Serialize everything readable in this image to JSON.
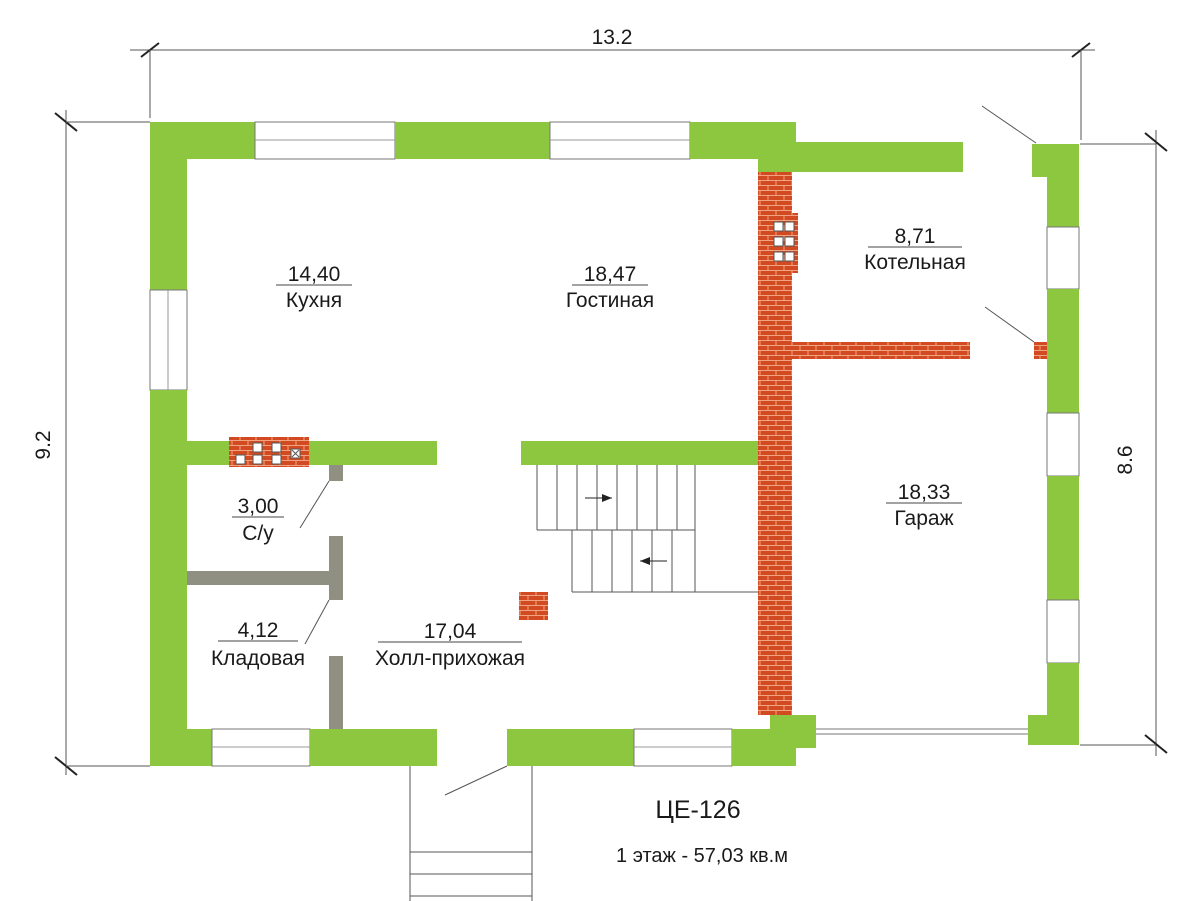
{
  "dimensions": {
    "width_label": "13.2",
    "height_left_label": "9.2",
    "height_right_label": "8.6"
  },
  "rooms": {
    "kitchen": {
      "area": "14,40",
      "name": "Кухня"
    },
    "living": {
      "area": "18,47",
      "name": "Гостиная"
    },
    "boiler": {
      "area": "8,71",
      "name": "Котельная"
    },
    "wc": {
      "area": "3,00",
      "name": "С/у"
    },
    "garage": {
      "area": "18,33",
      "name": "Гараж"
    },
    "storage": {
      "area": "4,12",
      "name": "Кладовая"
    },
    "hall": {
      "area": "17,04",
      "name": "Холл-прихожая"
    }
  },
  "caption": {
    "project_code": "ЦЕ-126",
    "floor_area": "1 этаж - 57,03 кв.м"
  },
  "colors": {
    "exterior_wall": "#8dc63f",
    "brick": "#d24a22",
    "partition": "#8f8f82"
  }
}
